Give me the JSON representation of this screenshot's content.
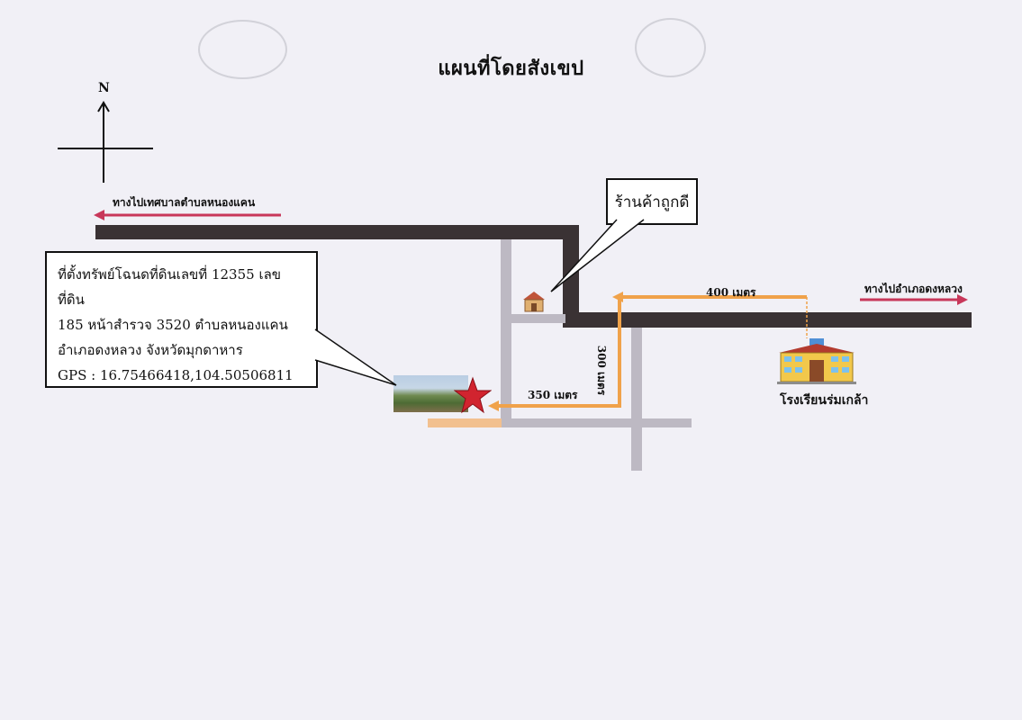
{
  "map": {
    "title": "แผนที่โดยสังเขป",
    "north_label": "N",
    "direction_left": "ทางไปเทศบาลตำบลหนองแคน",
    "direction_right": "ทางไปอำเภอดงหลวง",
    "shop_label": "ร้านค้าถูกดี",
    "school_label": "โรงเรียนร่มเกล้า",
    "distance_400": "400 เมตร",
    "distance_300": "300 เมตร",
    "distance_350": "350 เมตร",
    "property": {
      "line1": "ที่ตั้งทรัพย์โฉนดที่ดินเลขที่ 12355 เลขที่ดิน",
      "line2": "185 หน้าสำรวจ 3520 ตำบลหนองแคน",
      "line3": "อำเภอดงหลวง จังหวัดมุกดาหาร",
      "line4": "GPS : 16.75466418,104.50506811"
    },
    "colors": {
      "road": "#3a3234",
      "side_road": "#bdb9c3",
      "route": "#f0a24a",
      "direction_arrow": "#c8375a",
      "star": "#d1242f"
    }
  }
}
